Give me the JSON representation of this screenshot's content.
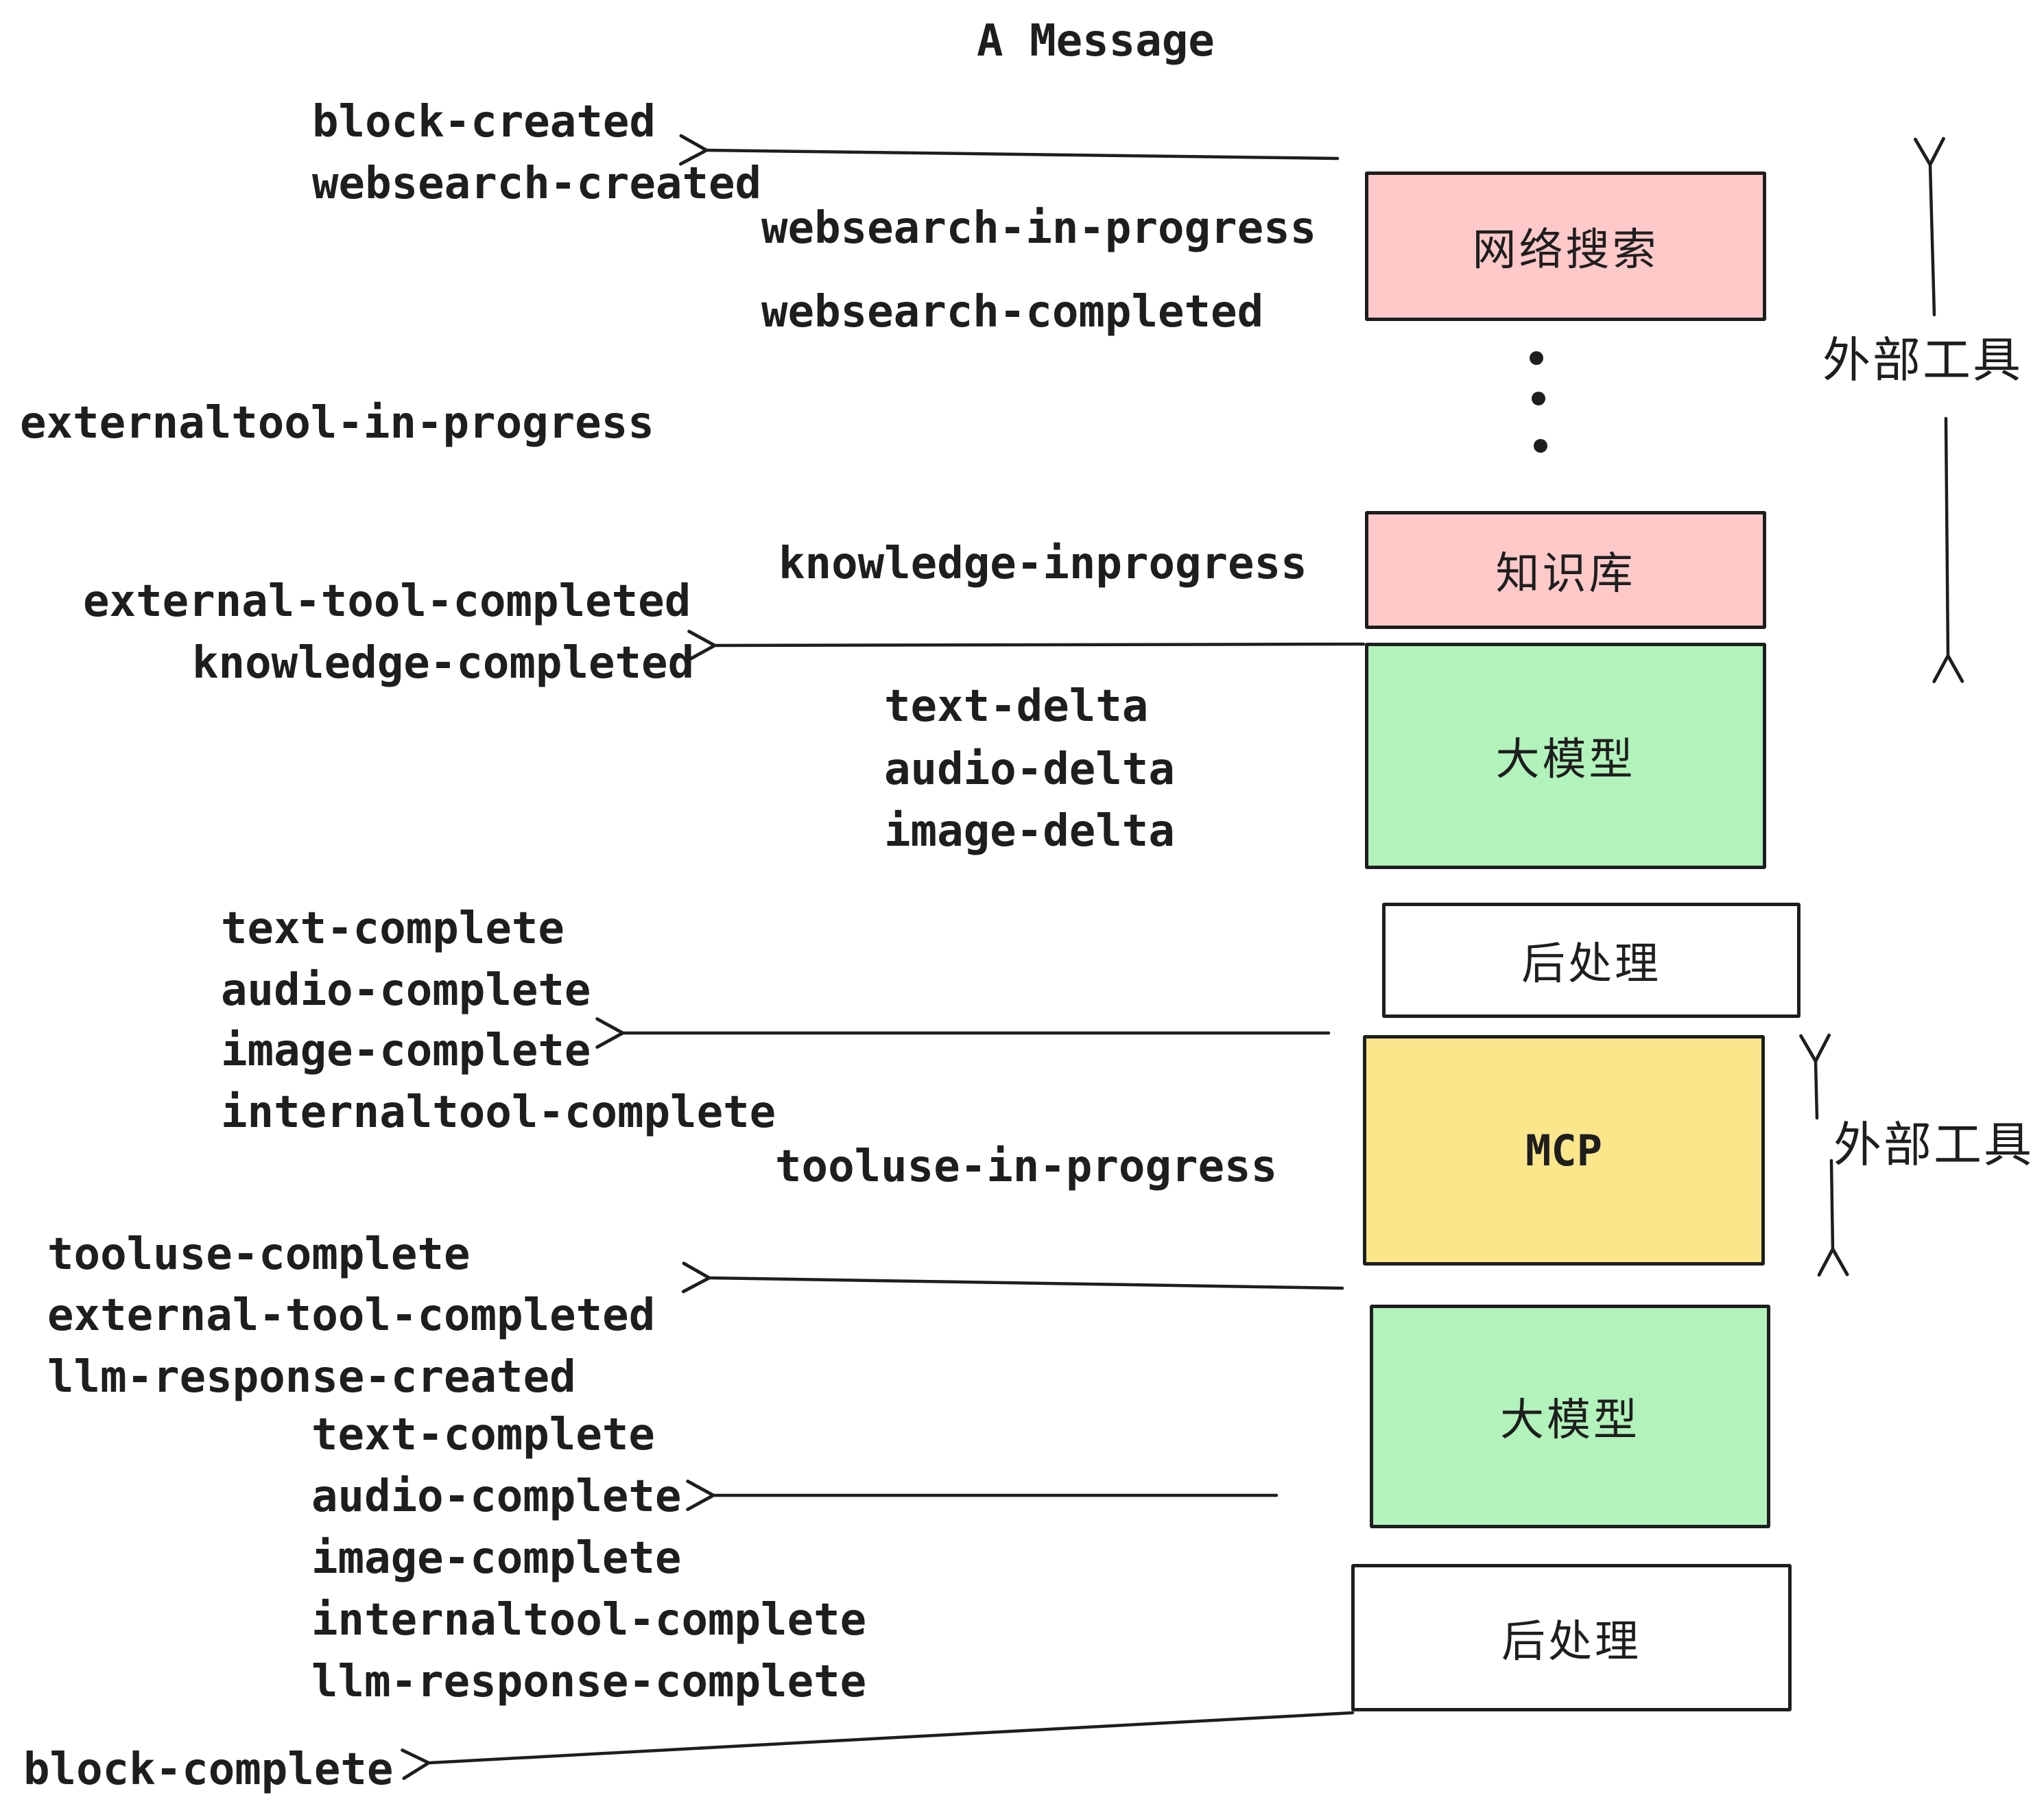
{
  "title": "A Message",
  "colors": {
    "background": "#FFFFFF",
    "stroke": "#1E1E1E",
    "box_pink": "#FFC9C9",
    "box_green": "#B2F2BB",
    "box_yellow": "#FBE68C",
    "box_white": "#FFFFFF"
  },
  "boxes": [
    {
      "id": "websearch",
      "label": "网络搜索",
      "fill": "#FFC9C9"
    },
    {
      "id": "knowledge",
      "label": "知识库",
      "fill": "#FFC9C9"
    },
    {
      "id": "llm-1",
      "label": "大模型",
      "fill": "#B2F2BB"
    },
    {
      "id": "postprocess-1",
      "label": "后处理",
      "fill": "#FFFFFF"
    },
    {
      "id": "mcp",
      "label": "MCP",
      "fill": "#FBE68C"
    },
    {
      "id": "llm-2",
      "label": "大模型",
      "fill": "#B2F2BB"
    },
    {
      "id": "postprocess-2",
      "label": "后处理",
      "fill": "#FFFFFF"
    }
  ],
  "side_labels": [
    {
      "text": "外部工具"
    },
    {
      "text": "外部工具"
    }
  ],
  "events": [
    {
      "text": "block-created"
    },
    {
      "text": "websearch-created"
    },
    {
      "text": "websearch-in-progress"
    },
    {
      "text": "websearch-completed"
    },
    {
      "text": "externaltool-in-progress"
    },
    {
      "text": "knowledge-inprogress"
    },
    {
      "text": "external-tool-completed"
    },
    {
      "text": "knowledge-completed"
    },
    {
      "text": "text-delta"
    },
    {
      "text": "audio-delta"
    },
    {
      "text": "image-delta"
    },
    {
      "text": "text-complete"
    },
    {
      "text": "audio-complete"
    },
    {
      "text": "image-complete"
    },
    {
      "text": "internaltool-complete"
    },
    {
      "text": "tooluse-in-progress"
    },
    {
      "text": "tooluse-complete"
    },
    {
      "text": "external-tool-completed"
    },
    {
      "text": "llm-response-created"
    },
    {
      "text": "text-complete"
    },
    {
      "text": "audio-complete"
    },
    {
      "text": "image-complete"
    },
    {
      "text": "internaltool-complete"
    },
    {
      "text": "llm-response-complete"
    },
    {
      "text": "block-complete"
    }
  ]
}
